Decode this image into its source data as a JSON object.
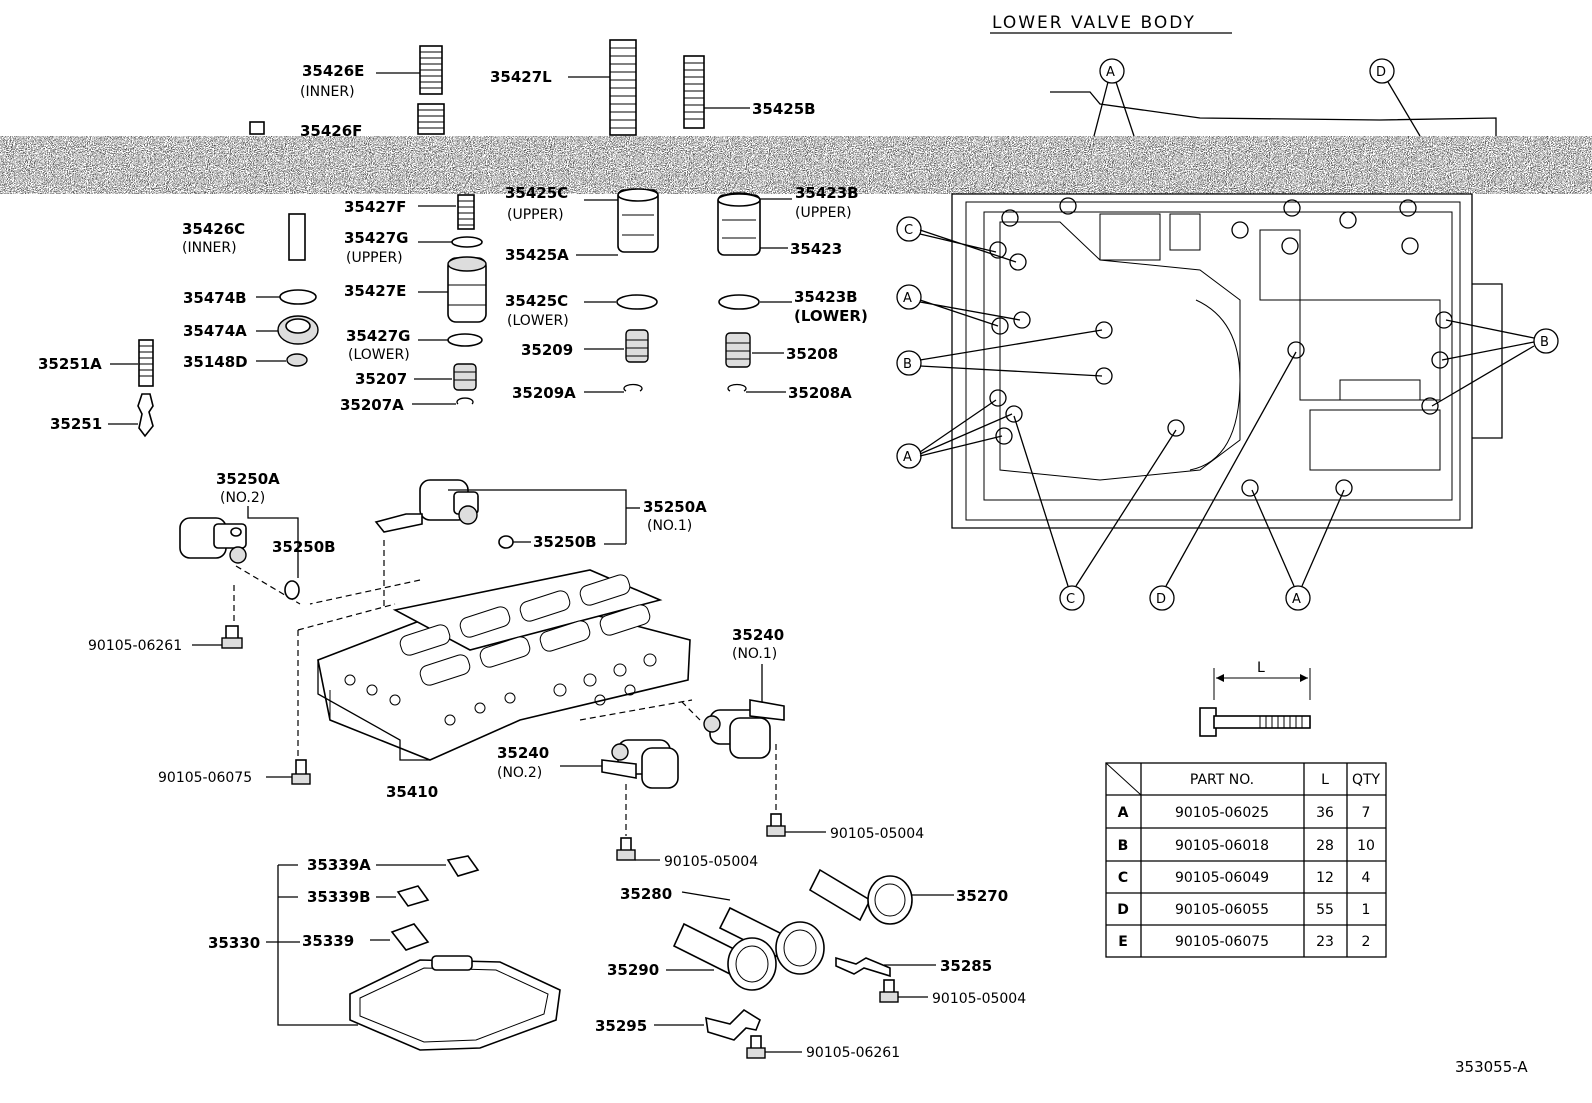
{
  "header": {
    "title": "LOWER VALVE BODY"
  },
  "figure_code": "353055-A",
  "callouts": {
    "p35426E": "35426E",
    "p35426E_sub": "(INNER)",
    "p35426F": "35426F",
    "p35427L": "35427L",
    "p35425B": "35425B",
    "p35426C": "35426C",
    "p35426C_sub": "(INNER)",
    "p35427F": "35427F",
    "p35425C_u": "35425C",
    "p35425C_u_sub": "(UPPER)",
    "p35423B_u": "35423B",
    "p35423B_u_sub": "(UPPER)",
    "p35427G_u": "35427G",
    "p35427G_u_sub": "(UPPER)",
    "p35425A": "35425A",
    "p35423": "35423",
    "p35474B": "35474B",
    "p35427E": "35427E",
    "p35425C_l": "35425C",
    "p35425C_l_sub": "(LOWER)",
    "p35423B_l": "35423B",
    "p35423B_l_sub": "(LOWER)",
    "p35474A": "35474A",
    "p35427G_l": "35427G",
    "p35427G_l_sub": "(LOWER)",
    "p35209": "35209",
    "p35208": "35208",
    "p35251A": "35251A",
    "p35148D": "35148D",
    "p35207": "35207",
    "p35209A": "35209A",
    "p35208A": "35208A",
    "p35207A": "35207A",
    "p35251": "35251",
    "p35250A_2": "35250A",
    "p35250A_2_sub": "(NO.2)",
    "p35250A_1": "35250A",
    "p35250A_1_sub": "(NO.1)",
    "p35250B_a": "35250B",
    "p35250B_b": "35250B",
    "p90105_06261_a": "90105-06261",
    "p35240_1": "35240",
    "p35240_1_sub": "(NO.1)",
    "p35240_2": "35240",
    "p35240_2_sub": "(NO.2)",
    "p90105_06075": "90105-06075",
    "p35410": "35410",
    "p90105_05004_a": "90105-05004",
    "p90105_05004_b": "90105-05004",
    "p35339A": "35339A",
    "p35339B": "35339B",
    "p35330": "35330",
    "p35339": "35339",
    "p35280": "35280",
    "p35270": "35270",
    "p35290": "35290",
    "p35285": "35285",
    "p90105_05004_c": "90105-05004",
    "p35295": "35295",
    "p90105_06261_b": "90105-06261"
  },
  "bolt_markers": {
    "A": "A",
    "B": "B",
    "C": "C",
    "D": "D"
  },
  "bolt_dimension": {
    "label": "L"
  },
  "bolt_table": {
    "headers": [
      "",
      "PART NO.",
      "L",
      "QTY"
    ],
    "rows": [
      [
        "A",
        "90105-06025",
        "36",
        "7"
      ],
      [
        "B",
        "90105-06018",
        "28",
        "10"
      ],
      [
        "C",
        "90105-06049",
        "12",
        "4"
      ],
      [
        "D",
        "90105-06055",
        "55",
        "1"
      ],
      [
        "E",
        "90105-06075",
        "23",
        "2"
      ]
    ]
  }
}
